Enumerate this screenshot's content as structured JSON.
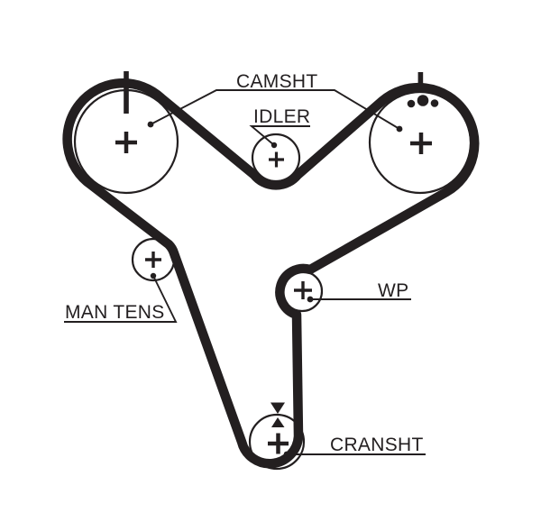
{
  "diagram": {
    "description": "Timing belt routing diagram",
    "background_color": "#ffffff",
    "ink_color": "#231f20",
    "labels": {
      "camshaft": "CAMSHT",
      "idler": "IDLER",
      "manual_tensioner": "MAN TENS",
      "water_pump": "WP",
      "crankshaft": "CRANSHT"
    },
    "components": [
      {
        "id": "camshaft-pulley-left",
        "label": "CAMSHT",
        "marks": [
          "timing-tick",
          "center-cross"
        ]
      },
      {
        "id": "camshaft-pulley-right",
        "label": "CAMSHT",
        "marks": [
          "timing-tick",
          "center-cross",
          "three-dots"
        ]
      },
      {
        "id": "idler-pulley",
        "label": "IDLER",
        "marks": [
          "center-cross"
        ]
      },
      {
        "id": "manual-tensioner-pulley",
        "label": "MAN TENS",
        "marks": [
          "center-cross"
        ]
      },
      {
        "id": "water-pump-pulley",
        "label": "WP",
        "marks": [
          "center-cross"
        ]
      },
      {
        "id": "crankshaft-pulley",
        "label": "CRANSHT",
        "marks": [
          "center-cross",
          "alignment-arrows"
        ]
      }
    ]
  }
}
